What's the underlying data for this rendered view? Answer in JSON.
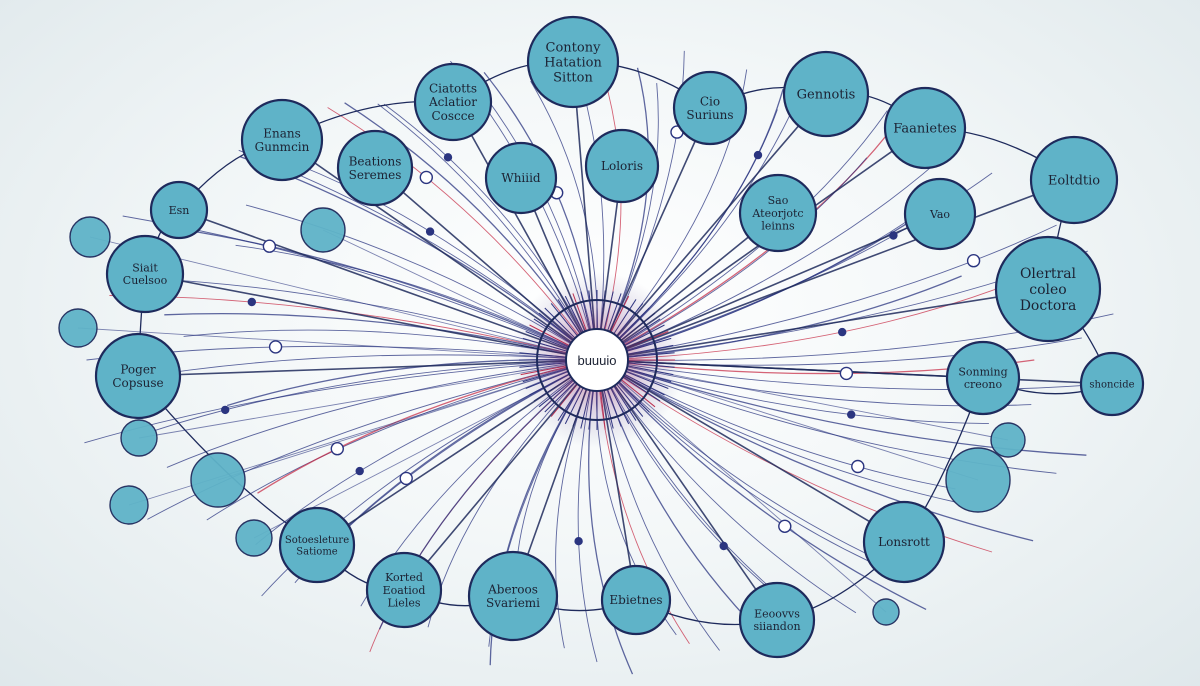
{
  "colors": {
    "node_fill": "#5fb3c8",
    "node_stroke": "#1e2a5c",
    "spoke": "#2b3580",
    "spoke_accent": "#c8304a",
    "hub_fill": "#ffffff",
    "background": "#eef3f5"
  },
  "hub": {
    "label": "buuuio"
  },
  "nodes": [
    {
      "id": "n1",
      "lines": [
        "Contony",
        "Hatation",
        "Sitton"
      ]
    },
    {
      "id": "n2",
      "lines": [
        "Ciatotts",
        "Aclatior",
        "Coscce"
      ]
    },
    {
      "id": "n3",
      "lines": [
        "Cio",
        "Suriuns"
      ]
    },
    {
      "id": "n4",
      "lines": [
        "Gennotis"
      ]
    },
    {
      "id": "n5",
      "lines": [
        "Faanietes"
      ]
    },
    {
      "id": "n6",
      "lines": [
        "Enans",
        "Gunmcin"
      ]
    },
    {
      "id": "n7",
      "lines": [
        "Beations",
        "Seremes"
      ]
    },
    {
      "id": "n8",
      "lines": [
        "Whiiid"
      ]
    },
    {
      "id": "n9",
      "lines": [
        "Loloris"
      ]
    },
    {
      "id": "n10",
      "lines": [
        "Eoltdtio"
      ]
    },
    {
      "id": "n11",
      "lines": [
        "Sao",
        "Ateorjotc",
        "leinns"
      ]
    },
    {
      "id": "n12",
      "lines": [
        "Olertral",
        "coleo",
        "Doctora"
      ]
    },
    {
      "id": "n13",
      "lines": [
        "Siait",
        "Cuelsoo"
      ]
    },
    {
      "id": "n14",
      "lines": [
        "Poger",
        "Copsuse"
      ]
    },
    {
      "id": "n15",
      "lines": [
        "Sonming",
        "creono"
      ]
    },
    {
      "id": "n16",
      "lines": [
        "shoncide"
      ]
    },
    {
      "id": "n17",
      "lines": [
        "Lonsrott"
      ]
    },
    {
      "id": "n18",
      "lines": [
        "Sotoesleture",
        "Satiome"
      ]
    },
    {
      "id": "n19",
      "lines": [
        "Korted",
        "Eoatiod",
        "Lieles"
      ]
    },
    {
      "id": "n20",
      "lines": [
        "Aberoos",
        "Svariemi"
      ]
    },
    {
      "id": "n21",
      "lines": [
        "Ebietnes"
      ]
    },
    {
      "id": "n22",
      "lines": [
        "Eeoovvs",
        "siiandon"
      ]
    },
    {
      "id": "n23",
      "lines": [
        "Esn"
      ]
    },
    {
      "id": "n24",
      "lines": [
        "Vao"
      ]
    }
  ]
}
